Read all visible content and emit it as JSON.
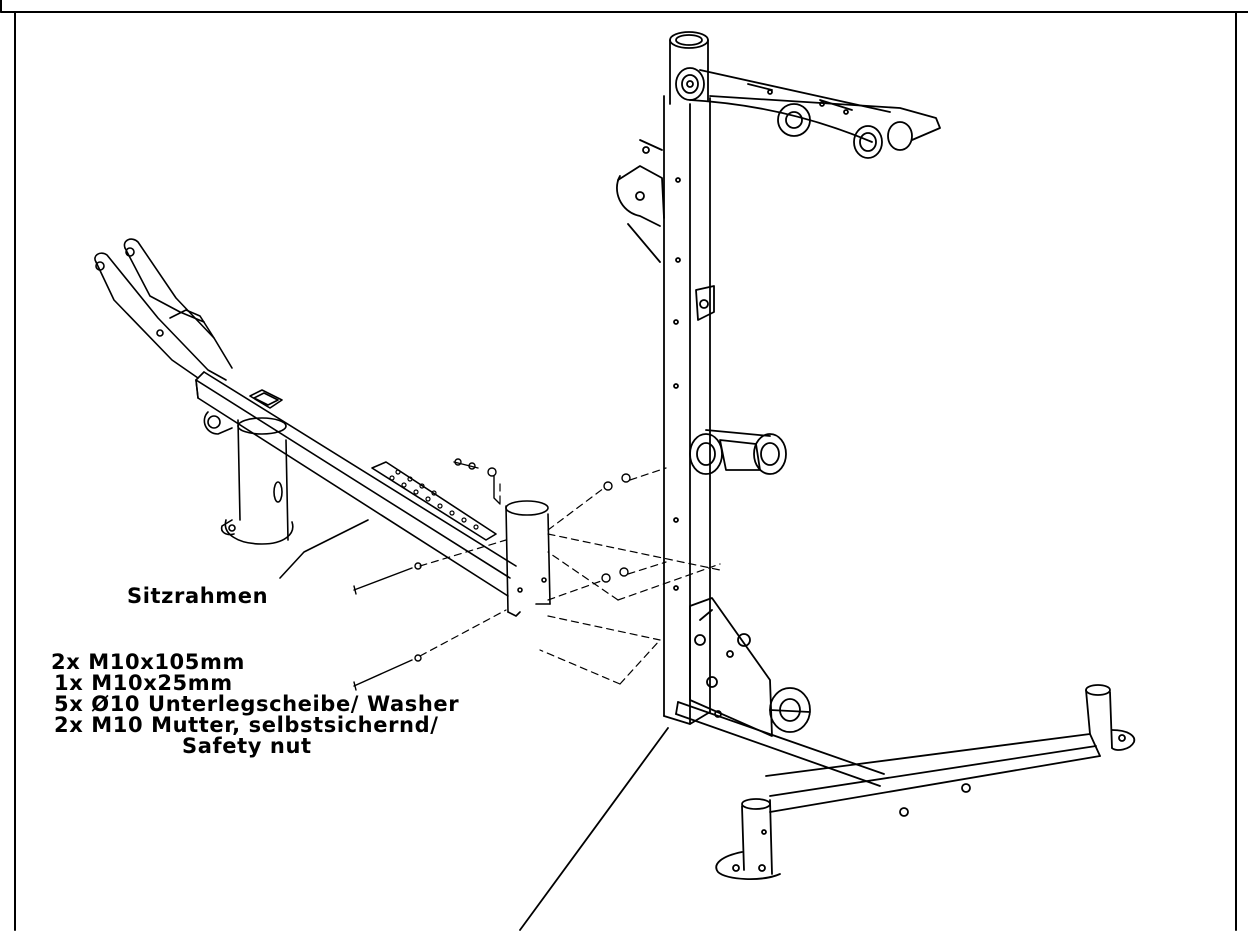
{
  "labels": {
    "seat_frame": "Sitzrahmen"
  },
  "hardware_list": [
    "2x M10x105mm",
    "1x M10x25mm",
    "5x Ø10 Unterlegscheibe/ Washer",
    "2x M10 Mutter, selbstsichernd/",
    "Safety nut"
  ],
  "colors": {
    "line": "#000000",
    "background": "#ffffff"
  }
}
